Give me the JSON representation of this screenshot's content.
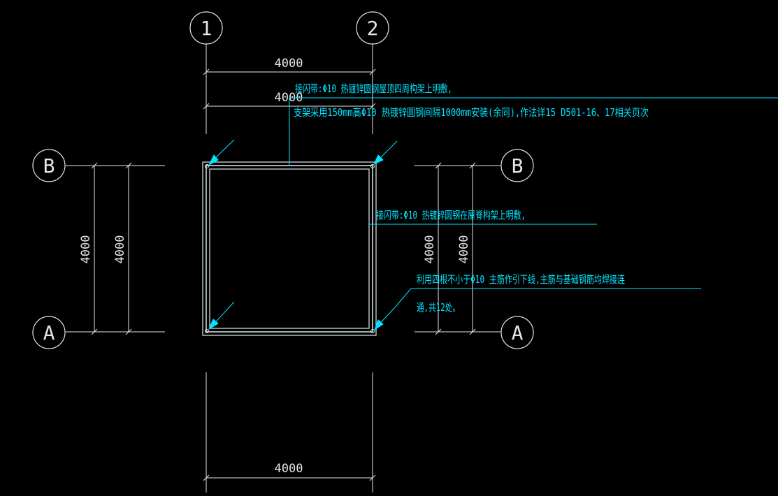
{
  "colors": {
    "background": "#000000",
    "line": "#e6e6e6",
    "annotation": "#00e5ff"
  },
  "grid_bubbles": {
    "axis_1": "1",
    "axis_2": "2",
    "axis_b_left": "B",
    "axis_b_right": "B",
    "axis_a_left": "A",
    "axis_a_right": "A"
  },
  "dimensions": {
    "top_1": "4000",
    "top_2": "4000",
    "left_1": "4000",
    "left_2": "4000",
    "right_1": "4000",
    "right_2": "4000",
    "bottom": "4000"
  },
  "annotations": {
    "roof_line_1": "接闪带:Φ10 热镀锌圆钢屋顶四周构架上明敷,",
    "roof_line_2": "支架采用150mm高Φ10 热镀锌圆钢间隔1000mm安装(余同),作法详15 D501-16、17相关页次",
    "parapet": "接闪带:Φ10 热镀锌圆钢在屋脊构架上明敷,",
    "downlead_line_1": "利用四根不小于Φ10 主筋作引下线,主筋与基础钢筋均焊接连",
    "downlead_line_2": "通,共12处。"
  }
}
